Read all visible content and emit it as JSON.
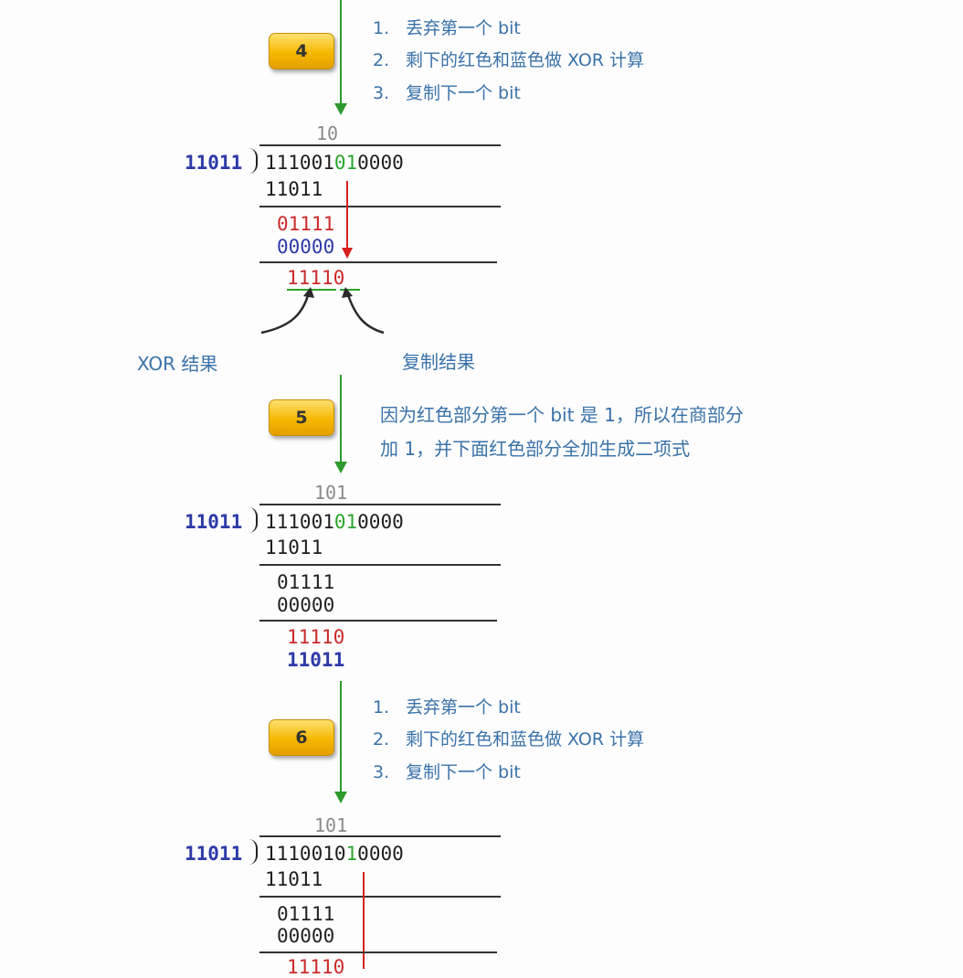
{
  "steps": [
    {
      "badge": "4",
      "instructions": [
        {
          "n": "1.",
          "text": "丢弃第一个 bit"
        },
        {
          "n": "2.",
          "text": "剩下的红色和蓝色做 XOR 计算"
        },
        {
          "n": "3.",
          "text": "复制下一个 bit"
        }
      ],
      "division": {
        "quotient": "10",
        "divisor": "11011",
        "dividend_pre": "111001",
        "dividend_green": "01",
        "dividend_post": "0000",
        "row1": "11011",
        "xor_top": "01111",
        "xor_bottom": "00000",
        "result_main": "1111",
        "result_copied": "0"
      },
      "labels": {
        "xor_result": "XOR 结果",
        "copy_result": "复制结果"
      }
    },
    {
      "badge": "5",
      "note_lines": [
        "因为红色部分第一个 bit 是 1，所以在商部分",
        "加 1，并下面红色部分全加生成二项式"
      ],
      "division": {
        "quotient": "101",
        "divisor": "11011",
        "dividend_pre": "111001",
        "dividend_green": "01",
        "dividend_post": "0000",
        "row1": "11011",
        "xor_top": "01111",
        "xor_bottom": "00000",
        "result_red": "11110",
        "result_blue": "11011"
      }
    },
    {
      "badge": "6",
      "instructions": [
        {
          "n": "1.",
          "text": "丢弃第一个 bit"
        },
        {
          "n": "2.",
          "text": "剩下的红色和蓝色做 XOR 计算"
        },
        {
          "n": "3.",
          "text": "复制下一个 bit"
        }
      ],
      "division": {
        "quotient": "101",
        "divisor": "11011",
        "dividend_pre": "1110010",
        "dividend_green": "1",
        "dividend_post": "0000",
        "row1": "11011",
        "xor_top": "01111",
        "xor_bottom": "00000",
        "result_partial": "11110"
      }
    }
  ],
  "colors": {
    "divisor": "#2d3aa8",
    "red": "#cc2a2a",
    "green": "#2da52d",
    "instruction": "#3a72a8",
    "badge": "#f5b800"
  }
}
